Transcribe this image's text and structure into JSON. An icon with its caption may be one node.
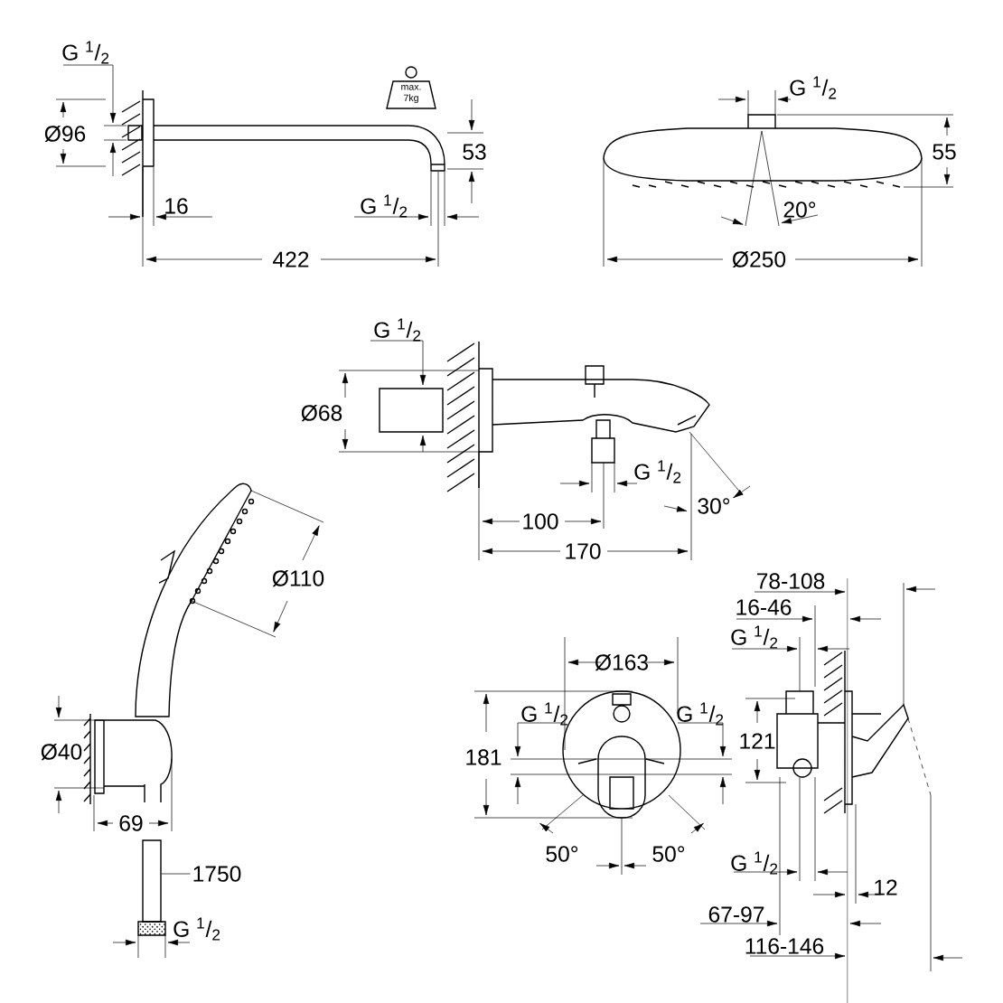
{
  "diagram": {
    "nodes": [
      {
        "text": [
          "1750"
        ]
      },
      {
        "text": [],
        "shape": "box"
      }
    ],
    "edges": [
      {
        "from": 0,
        "to": 1,
        "arrow": "none"
      }
    ],
    "labels": [
      "G $^{1}$/$_{2}$",
      "max. 7kg",
      "Ø96",
      "53",
      "16",
      "G $^{1}$/$_{2}$",
      "422",
      "G $^{1}$/$_{2}$",
      "55",
      "20°",
      "Ø250",
      "G $^{1}$/$_{2}$",
      "Ø68",
      "G $^{1}$/$_{2}$",
      "30°",
      "100",
      "170",
      "Ø110",
      "Ø40",
      "69",
      "G $^{1}$/$_{2}$",
      "78-108",
      "16-46",
      "Ø163",
      "G $^{1}$/$_{2}$",
      "G $^{1}$/$_{2}$",
      "G $^{1}$/$_{2}$",
      "181",
      "121",
      "50°",
      "50°",
      "G $^{1}$/$_{2}$",
      "12",
      "67-97",
      "116-146"
    ]
  }
}
